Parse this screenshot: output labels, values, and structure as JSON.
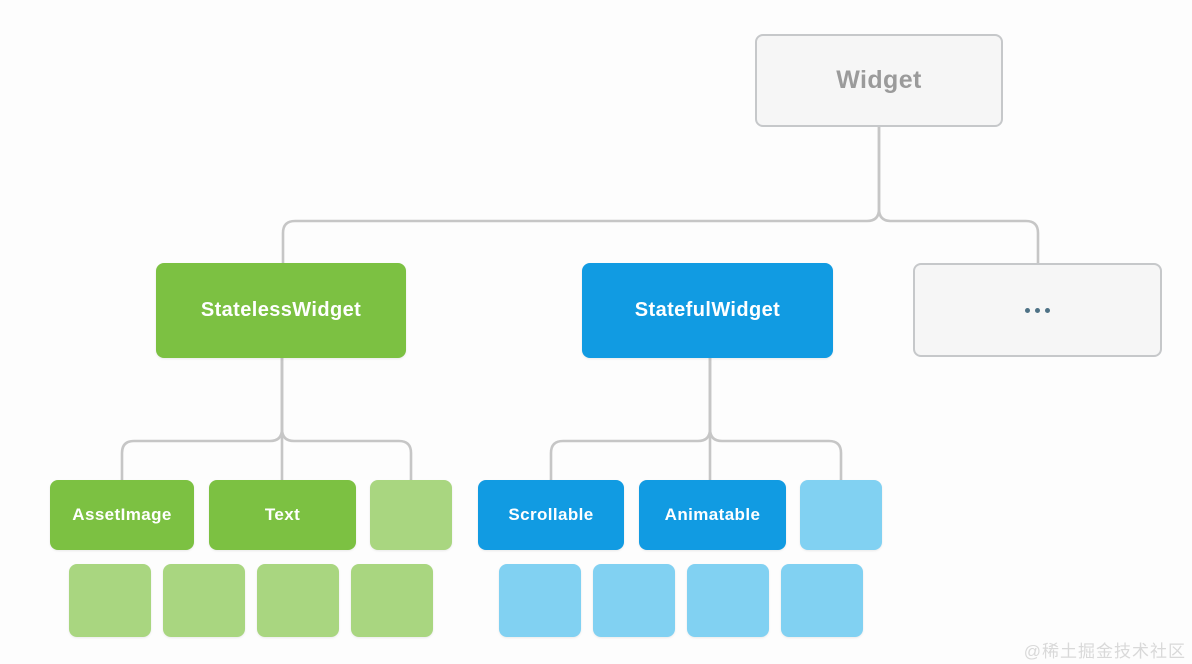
{
  "diagram": {
    "title": "Widget class hierarchy tree",
    "root_label": "Widget",
    "level2": [
      {
        "label": "StatelessWidget"
      },
      {
        "label": "StatefulWidget"
      },
      {
        "label": "..."
      }
    ],
    "stateless_children": [
      {
        "label": "AssetImage"
      },
      {
        "label": "Text"
      }
    ],
    "stateful_children": [
      {
        "label": "Scrollable"
      },
      {
        "label": "Animatable"
      }
    ],
    "unlabeled_green_boxes": 5,
    "unlabeled_blue_boxes": 5
  },
  "colors": {
    "page_bg": "#fdfdfd",
    "green": "#7cc142",
    "green_light": "#a9d680",
    "blue": "#119be2",
    "blue_light": "#81d1f2",
    "outline_fill": "#f6f6f6",
    "outline_border": "#c6c8ca",
    "connector": "#c6c6c6",
    "muted_text": "#9b9b9b",
    "dots": "#4e7286",
    "watermark": "#d9d9d9"
  },
  "watermark": {
    "text": "@稀土掘金技术社区"
  }
}
